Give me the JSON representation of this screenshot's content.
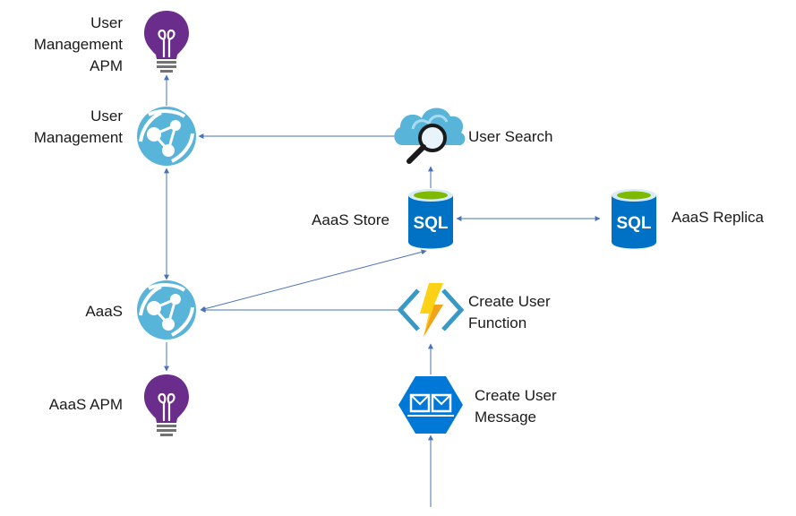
{
  "nodes": {
    "user_management_apm": {
      "lines": [
        "User",
        "Management",
        "APM"
      ],
      "icon": "lightbulb-icon"
    },
    "user_management": {
      "lines": [
        "User",
        "Management"
      ],
      "icon": "app-service-icon"
    },
    "user_search": {
      "lines": [
        "User Search"
      ],
      "icon": "search-service-icon"
    },
    "aaas_store": {
      "lines": [
        "AaaS Store"
      ],
      "icon": "sql-database-icon",
      "icon_text": "SQL"
    },
    "aaas_replica": {
      "lines": [
        "AaaS Replica"
      ],
      "icon": "sql-database-icon",
      "icon_text": "SQL"
    },
    "aaas": {
      "lines": [
        "AaaS"
      ],
      "icon": "app-service-icon"
    },
    "create_user_function": {
      "lines": [
        "Create User",
        "Function"
      ],
      "icon": "function-icon"
    },
    "aaas_apm": {
      "lines": [
        "AaaS APM"
      ],
      "icon": "lightbulb-icon"
    },
    "create_user_message": {
      "lines": [
        "Create User",
        "Message"
      ],
      "icon": "queue-message-icon"
    }
  },
  "colors": {
    "arrow": "#4a72b8",
    "app_service": "#59b4d9",
    "lightbulb": "#6b2d8c",
    "sql": "#0072c6",
    "sql_top": "#7fba00",
    "function_bolt": "#fcd116",
    "function_bracket": "#3999c6",
    "queue": "#0078d7",
    "search_cloud": "#59b4d9"
  }
}
